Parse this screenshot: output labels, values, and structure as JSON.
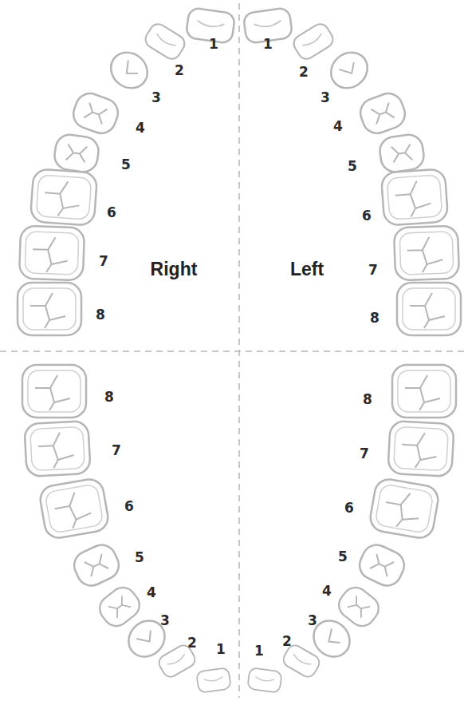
{
  "diagram": {
    "labels": [
      "1",
      "2",
      "3",
      "4",
      "5",
      "6",
      "7",
      "8",
      "1",
      "2",
      "3",
      "4",
      "5",
      "6",
      "7",
      "8",
      "Right",
      "Left",
      "8",
      "7",
      "6",
      "5",
      "4",
      "3",
      "2",
      "1",
      "8",
      "7",
      "6",
      "5",
      "4",
      "3",
      "2",
      "1"
    ]
  }
}
